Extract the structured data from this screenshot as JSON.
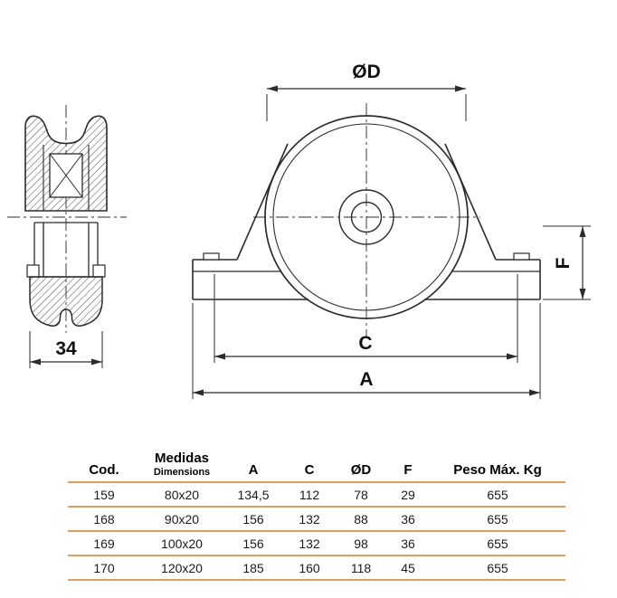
{
  "drawing": {
    "side": {
      "width_label": "34"
    },
    "front": {
      "diameter_label": "ØD",
      "f_label": "F",
      "c_label": "C",
      "a_label": "A"
    }
  },
  "table": {
    "headers": {
      "cod": "Cod.",
      "medidas": "Medidas",
      "dimensions": "Dimensions",
      "a": "A",
      "c": "C",
      "d": "ØD",
      "f": "F",
      "peso": "Peso Máx. Kg"
    },
    "rows": [
      {
        "cod": "159",
        "medidas": "80x20",
        "a": "134,5",
        "c": "112",
        "d": "78",
        "f": "29",
        "peso": "655"
      },
      {
        "cod": "168",
        "medidas": "90x20",
        "a": "156",
        "c": "132",
        "d": "88",
        "f": "36",
        "peso": "655"
      },
      {
        "cod": "169",
        "medidas": "100x20",
        "a": "156",
        "c": "132",
        "d": "98",
        "f": "36",
        "peso": "655"
      },
      {
        "cod": "170",
        "medidas": "120x20",
        "a": "185",
        "c": "160",
        "d": "118",
        "f": "45",
        "peso": "655"
      }
    ]
  },
  "colors": {
    "line": "#2b2b2b",
    "divider": "#dd9e60"
  }
}
